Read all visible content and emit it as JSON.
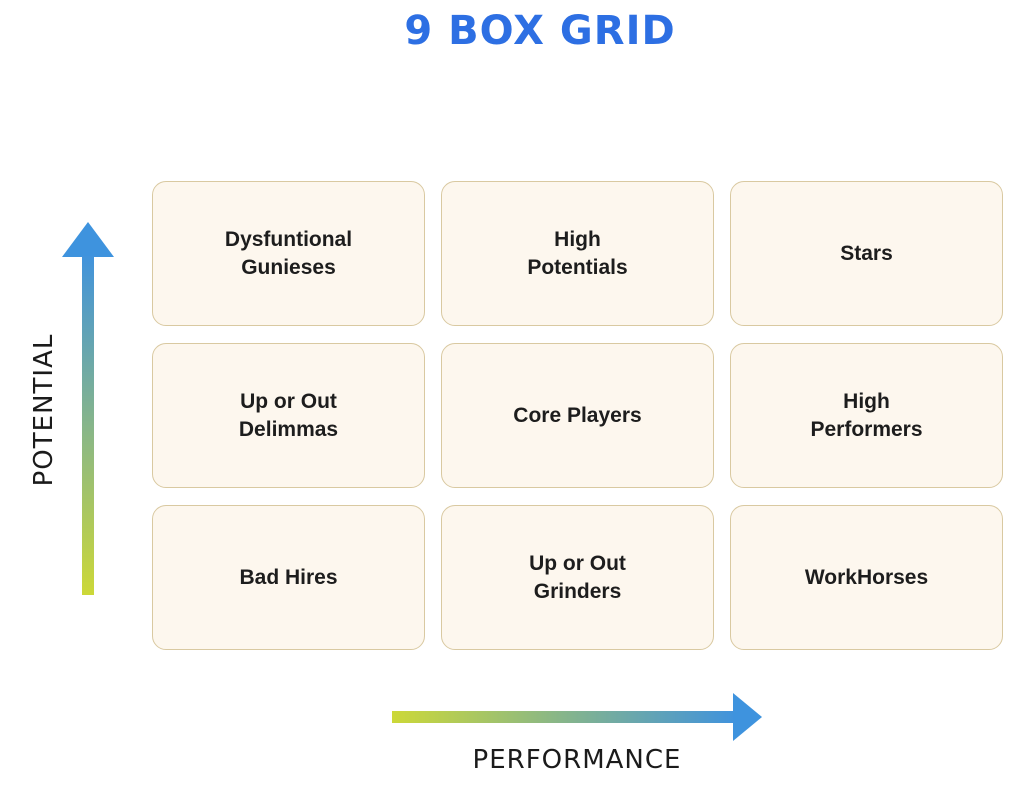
{
  "title": "9 BOX GRID",
  "axes": {
    "y": "POTENTIAL",
    "x": "PERFORMANCE"
  },
  "grid": {
    "cells": [
      {
        "name": "dysfunctional-geniuses",
        "lines": [
          "Dysfuntional",
          "Gunieses"
        ]
      },
      {
        "name": "high-potentials",
        "lines": [
          "High",
          "Potentials"
        ]
      },
      {
        "name": "stars",
        "lines": [
          "Stars"
        ]
      },
      {
        "name": "up-or-out-dilemmas",
        "lines": [
          "Up or Out",
          "Delimmas"
        ]
      },
      {
        "name": "core-players",
        "lines": [
          "Core Players"
        ]
      },
      {
        "name": "high-performers",
        "lines": [
          "High",
          "Performers"
        ]
      },
      {
        "name": "bad-hires",
        "lines": [
          "Bad Hires"
        ]
      },
      {
        "name": "up-or-out-grinders",
        "lines": [
          "Up or Out",
          "Grinders"
        ]
      },
      {
        "name": "workhorses",
        "lines": [
          "WorkHorses"
        ]
      }
    ]
  },
  "colors": {
    "title_blue": "#2d6fe3",
    "arrow_blue": "#3e93de",
    "arrow_yellow": "#ccd838",
    "box_background": "#fdf7ee",
    "box_border": "#d9c9a1",
    "text_dark": "#1d1d1d"
  }
}
